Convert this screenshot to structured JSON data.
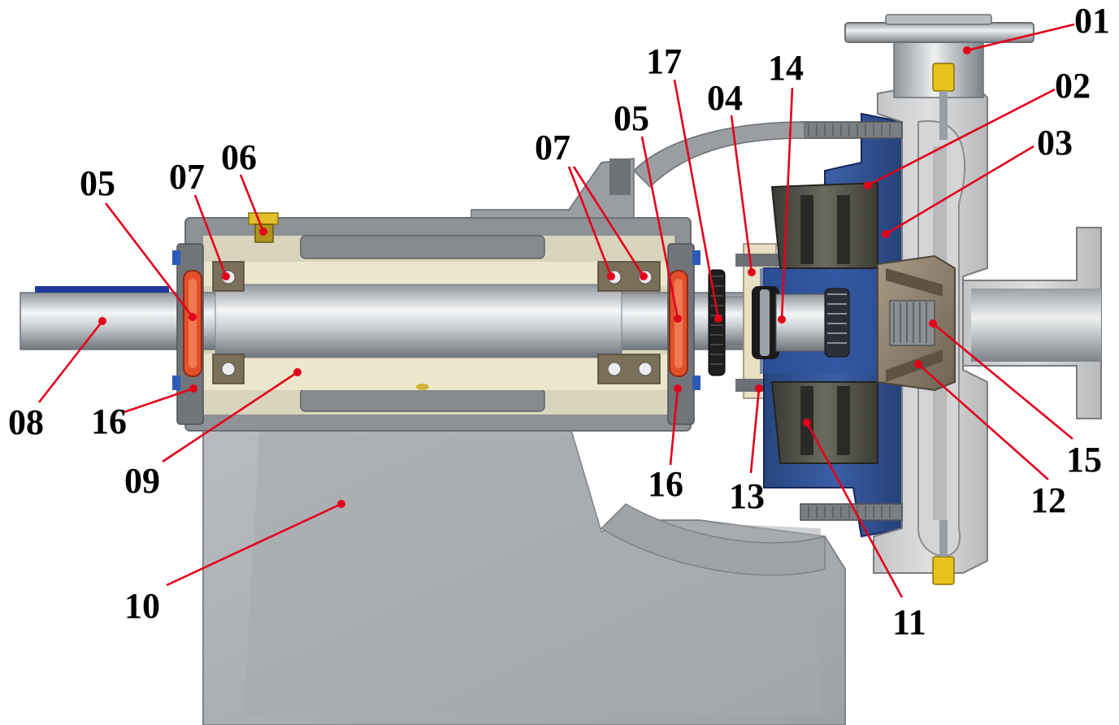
{
  "diagram": {
    "callouts": [
      {
        "id": "01",
        "label": "01"
      },
      {
        "id": "02",
        "label": "02"
      },
      {
        "id": "03",
        "label": "03"
      },
      {
        "id": "04",
        "label": "04"
      },
      {
        "id": "05a",
        "label": "05"
      },
      {
        "id": "05b",
        "label": "05"
      },
      {
        "id": "06",
        "label": "06"
      },
      {
        "id": "07a",
        "label": "07"
      },
      {
        "id": "07b",
        "label": "07"
      },
      {
        "id": "08",
        "label": "08"
      },
      {
        "id": "09",
        "label": "09"
      },
      {
        "id": "10",
        "label": "10"
      },
      {
        "id": "11",
        "label": "11"
      },
      {
        "id": "12",
        "label": "12"
      },
      {
        "id": "13",
        "label": "13"
      },
      {
        "id": "14",
        "label": "14"
      },
      {
        "id": "15",
        "label": "15"
      },
      {
        "id": "16a",
        "label": "16"
      },
      {
        "id": "16b",
        "label": "16"
      },
      {
        "id": "17",
        "label": "17"
      }
    ],
    "colors": {
      "leader": "#e3001b",
      "frame": "#a9adb1",
      "casing": "#c9cbcd",
      "cover_blue": "#2f4f94",
      "bearing_seal": "#e0502a",
      "impeller": "#8b7b68",
      "yellow_fitting": "#e6c21a",
      "sleeve": "#e9e2c8"
    }
  }
}
